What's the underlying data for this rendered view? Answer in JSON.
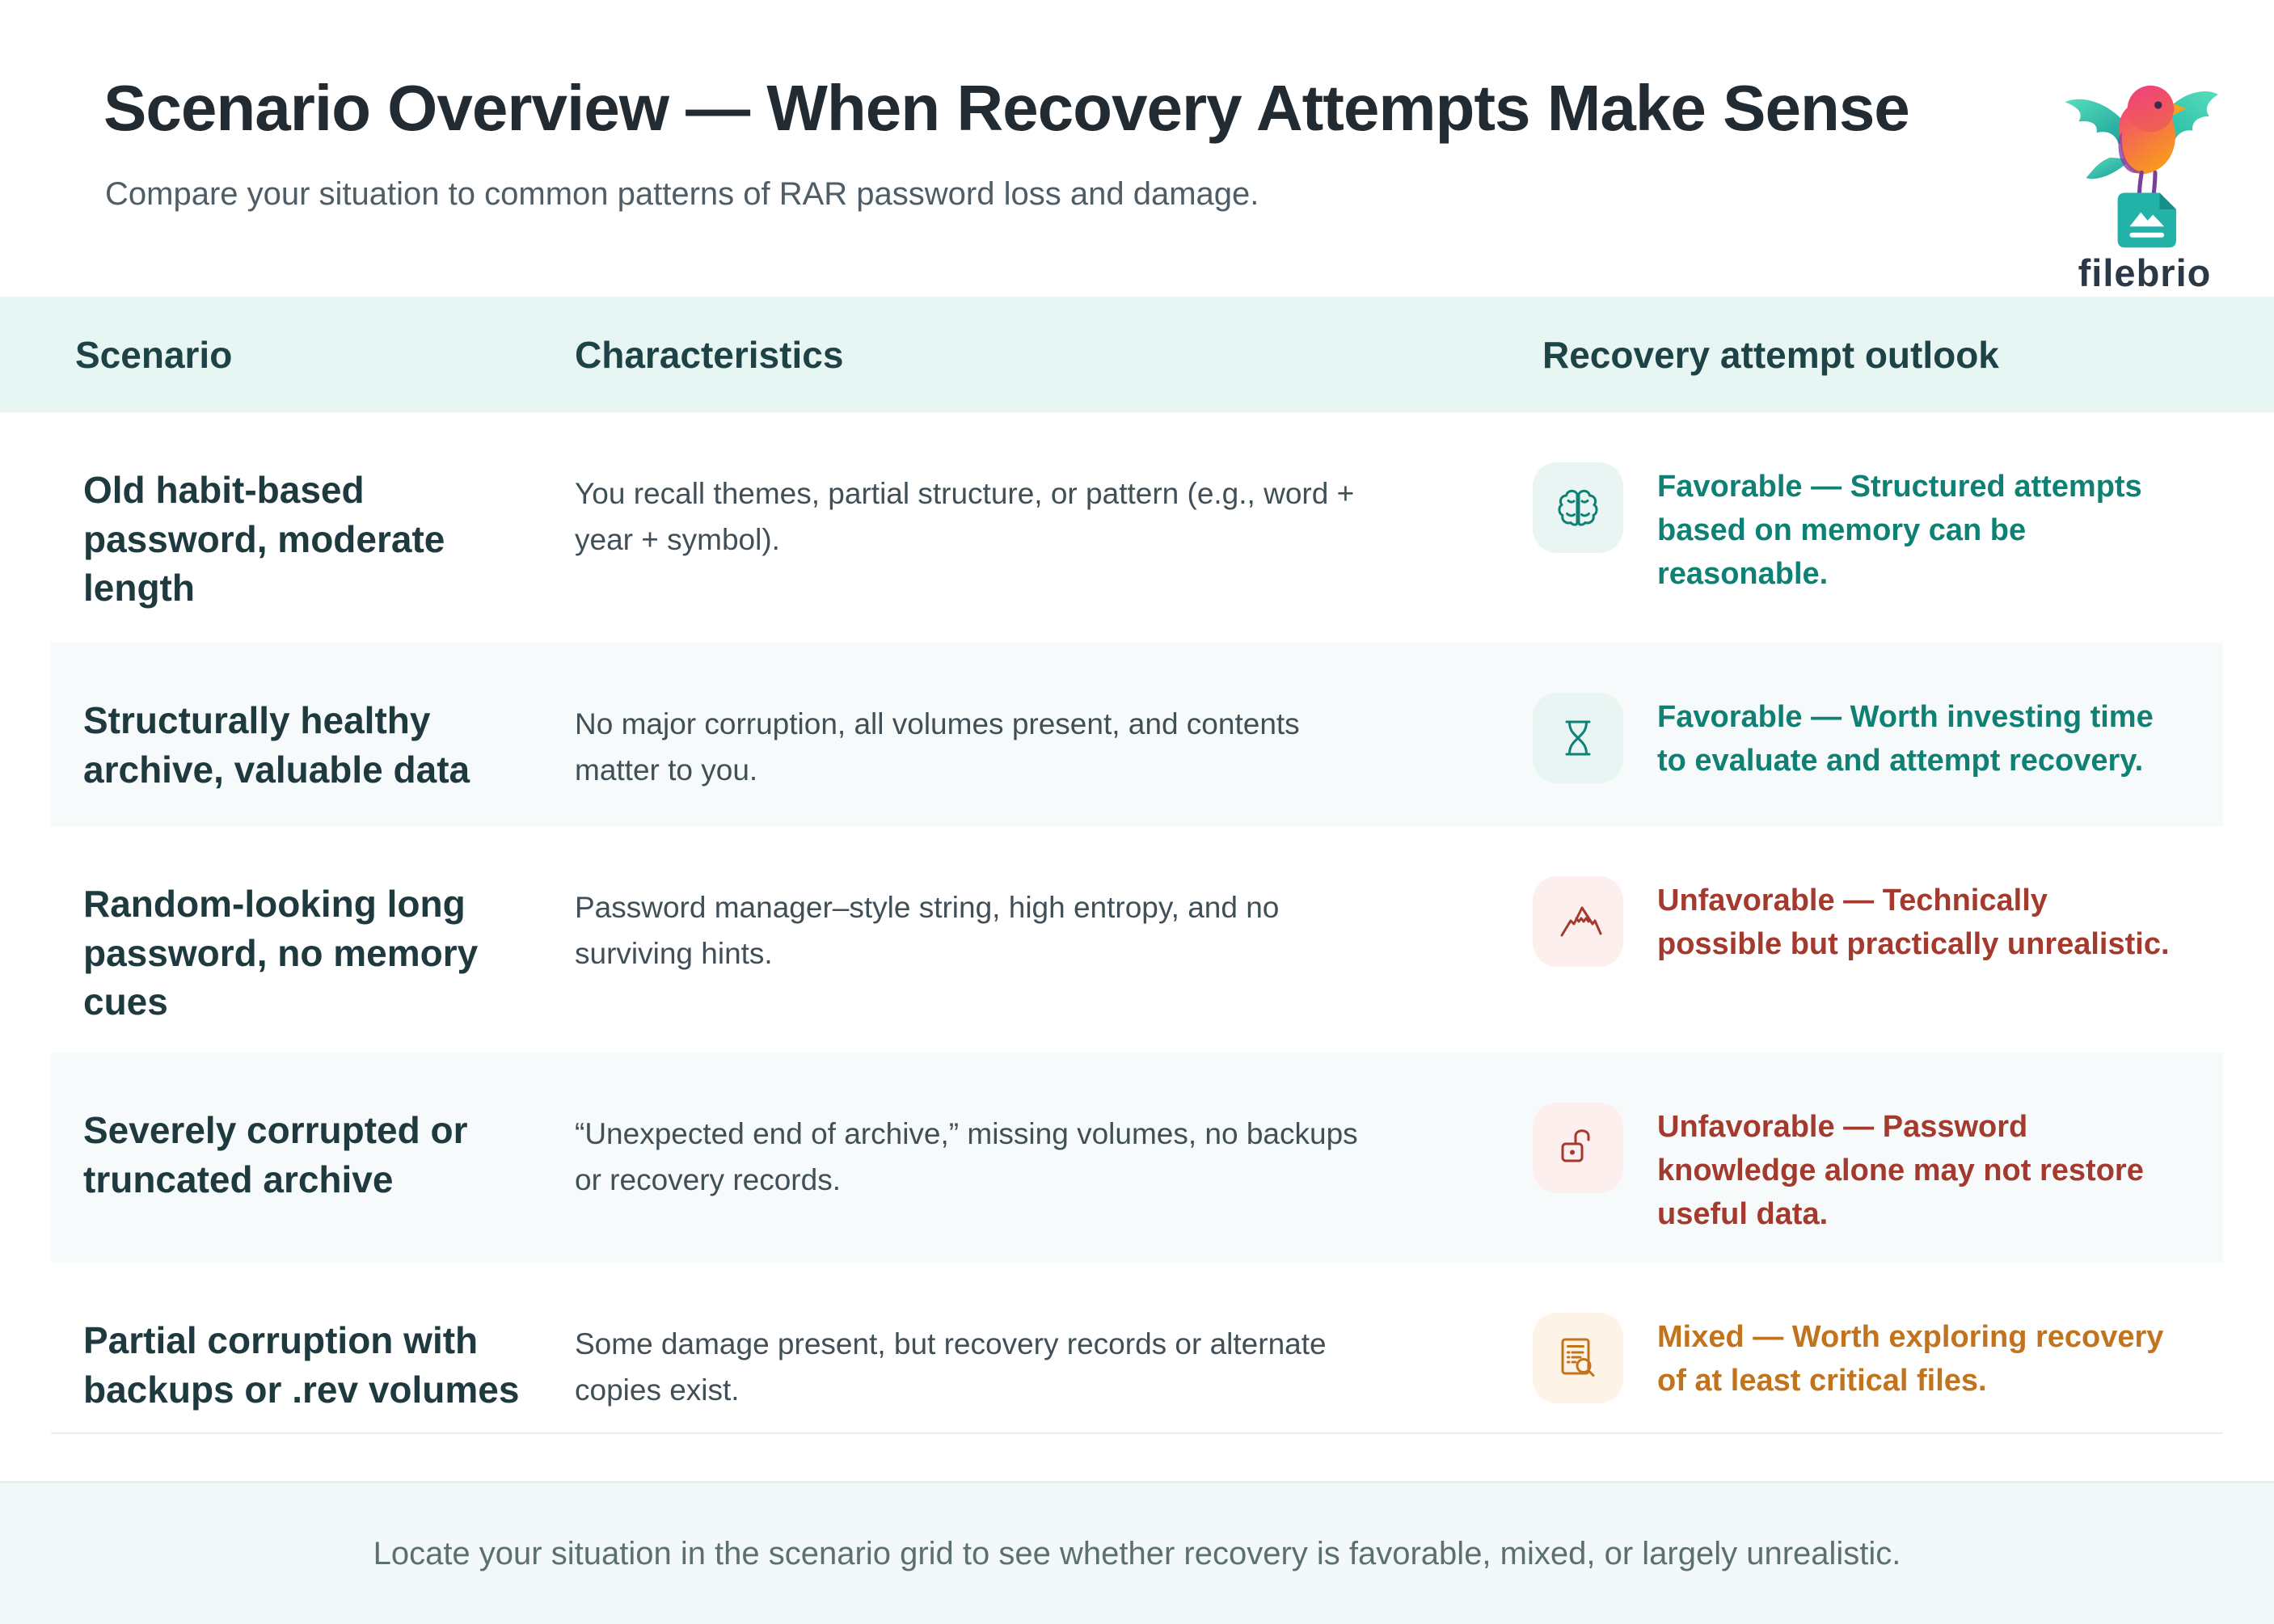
{
  "theme": {
    "heading": "#232b32",
    "subtext": "#4e5d66",
    "brand": "#2a3948",
    "band": "#e8f6f3",
    "headlabel": "#1d4347",
    "stripe": "#f6fafa",
    "scenario": "#1e3a3f",
    "body": "#414f57",
    "favorable": "#0e8174",
    "favorable-bg": "#e9f5f2",
    "unfavorable": "#a43a2d",
    "unfavorable-bg": "#fdefee",
    "mixed": "#c2731e",
    "mixed-bg": "#fdf3e6",
    "footer-bg": "#f3f8f8",
    "footer-text": "#5c6f71"
  },
  "header": {
    "title": "Scenario Overview — When Recovery Attempts Make Sense",
    "subtitle": "Compare your situation to common patterns of RAR password loss and damage.",
    "brand": "filebrio"
  },
  "table": {
    "columns": [
      "Scenario",
      "Characteristics",
      "Recovery attempt outlook"
    ],
    "rows": [
      {
        "scenario": "Old habit-based\npassword, moderate\nlength",
        "characteristics": "You recall themes, partial structure, or pattern (e.g., word +\nyear + symbol).",
        "status": "favorable",
        "icon": "brain-icon",
        "outlook": "Favorable — Structured attempts\nbased on memory can be\nreasonable."
      },
      {
        "scenario": "Structurally healthy\narchive, valuable data",
        "characteristics": "No major corruption, all volumes present, and contents\nmatter to you.",
        "status": "favorable",
        "icon": "hourglass-icon",
        "outlook": "Favorable — Worth investing time\nto evaluate and attempt recovery."
      },
      {
        "scenario": "Random-looking long\npassword, no memory\ncues",
        "characteristics": "Password manager–style string, high entropy, and no\nsurviving hints.",
        "status": "unfavorable",
        "icon": "mountain-icon",
        "outlook": "Unfavorable — Technically\npossible but practically unrealistic."
      },
      {
        "scenario": "Severely corrupted or\ntruncated archive",
        "characteristics": "“Unexpected end of archive,” missing volumes, no backups\nor recovery records.",
        "status": "unfavorable",
        "icon": "unlocked-padlock-icon",
        "outlook": "Unfavorable — Password\nknowledge alone may not restore\nuseful data."
      },
      {
        "scenario": "Partial corruption with\nbackups or .rev volumes",
        "characteristics": "Some damage present, but recovery records or alternate\ncopies exist.",
        "status": "mixed",
        "icon": "document-search-icon",
        "outlook": "Mixed — Worth exploring recovery\nof at least critical files."
      }
    ]
  },
  "footer": {
    "note": "Locate your situation in the scenario grid to see whether recovery is favorable, mixed, or largely unrealistic."
  }
}
